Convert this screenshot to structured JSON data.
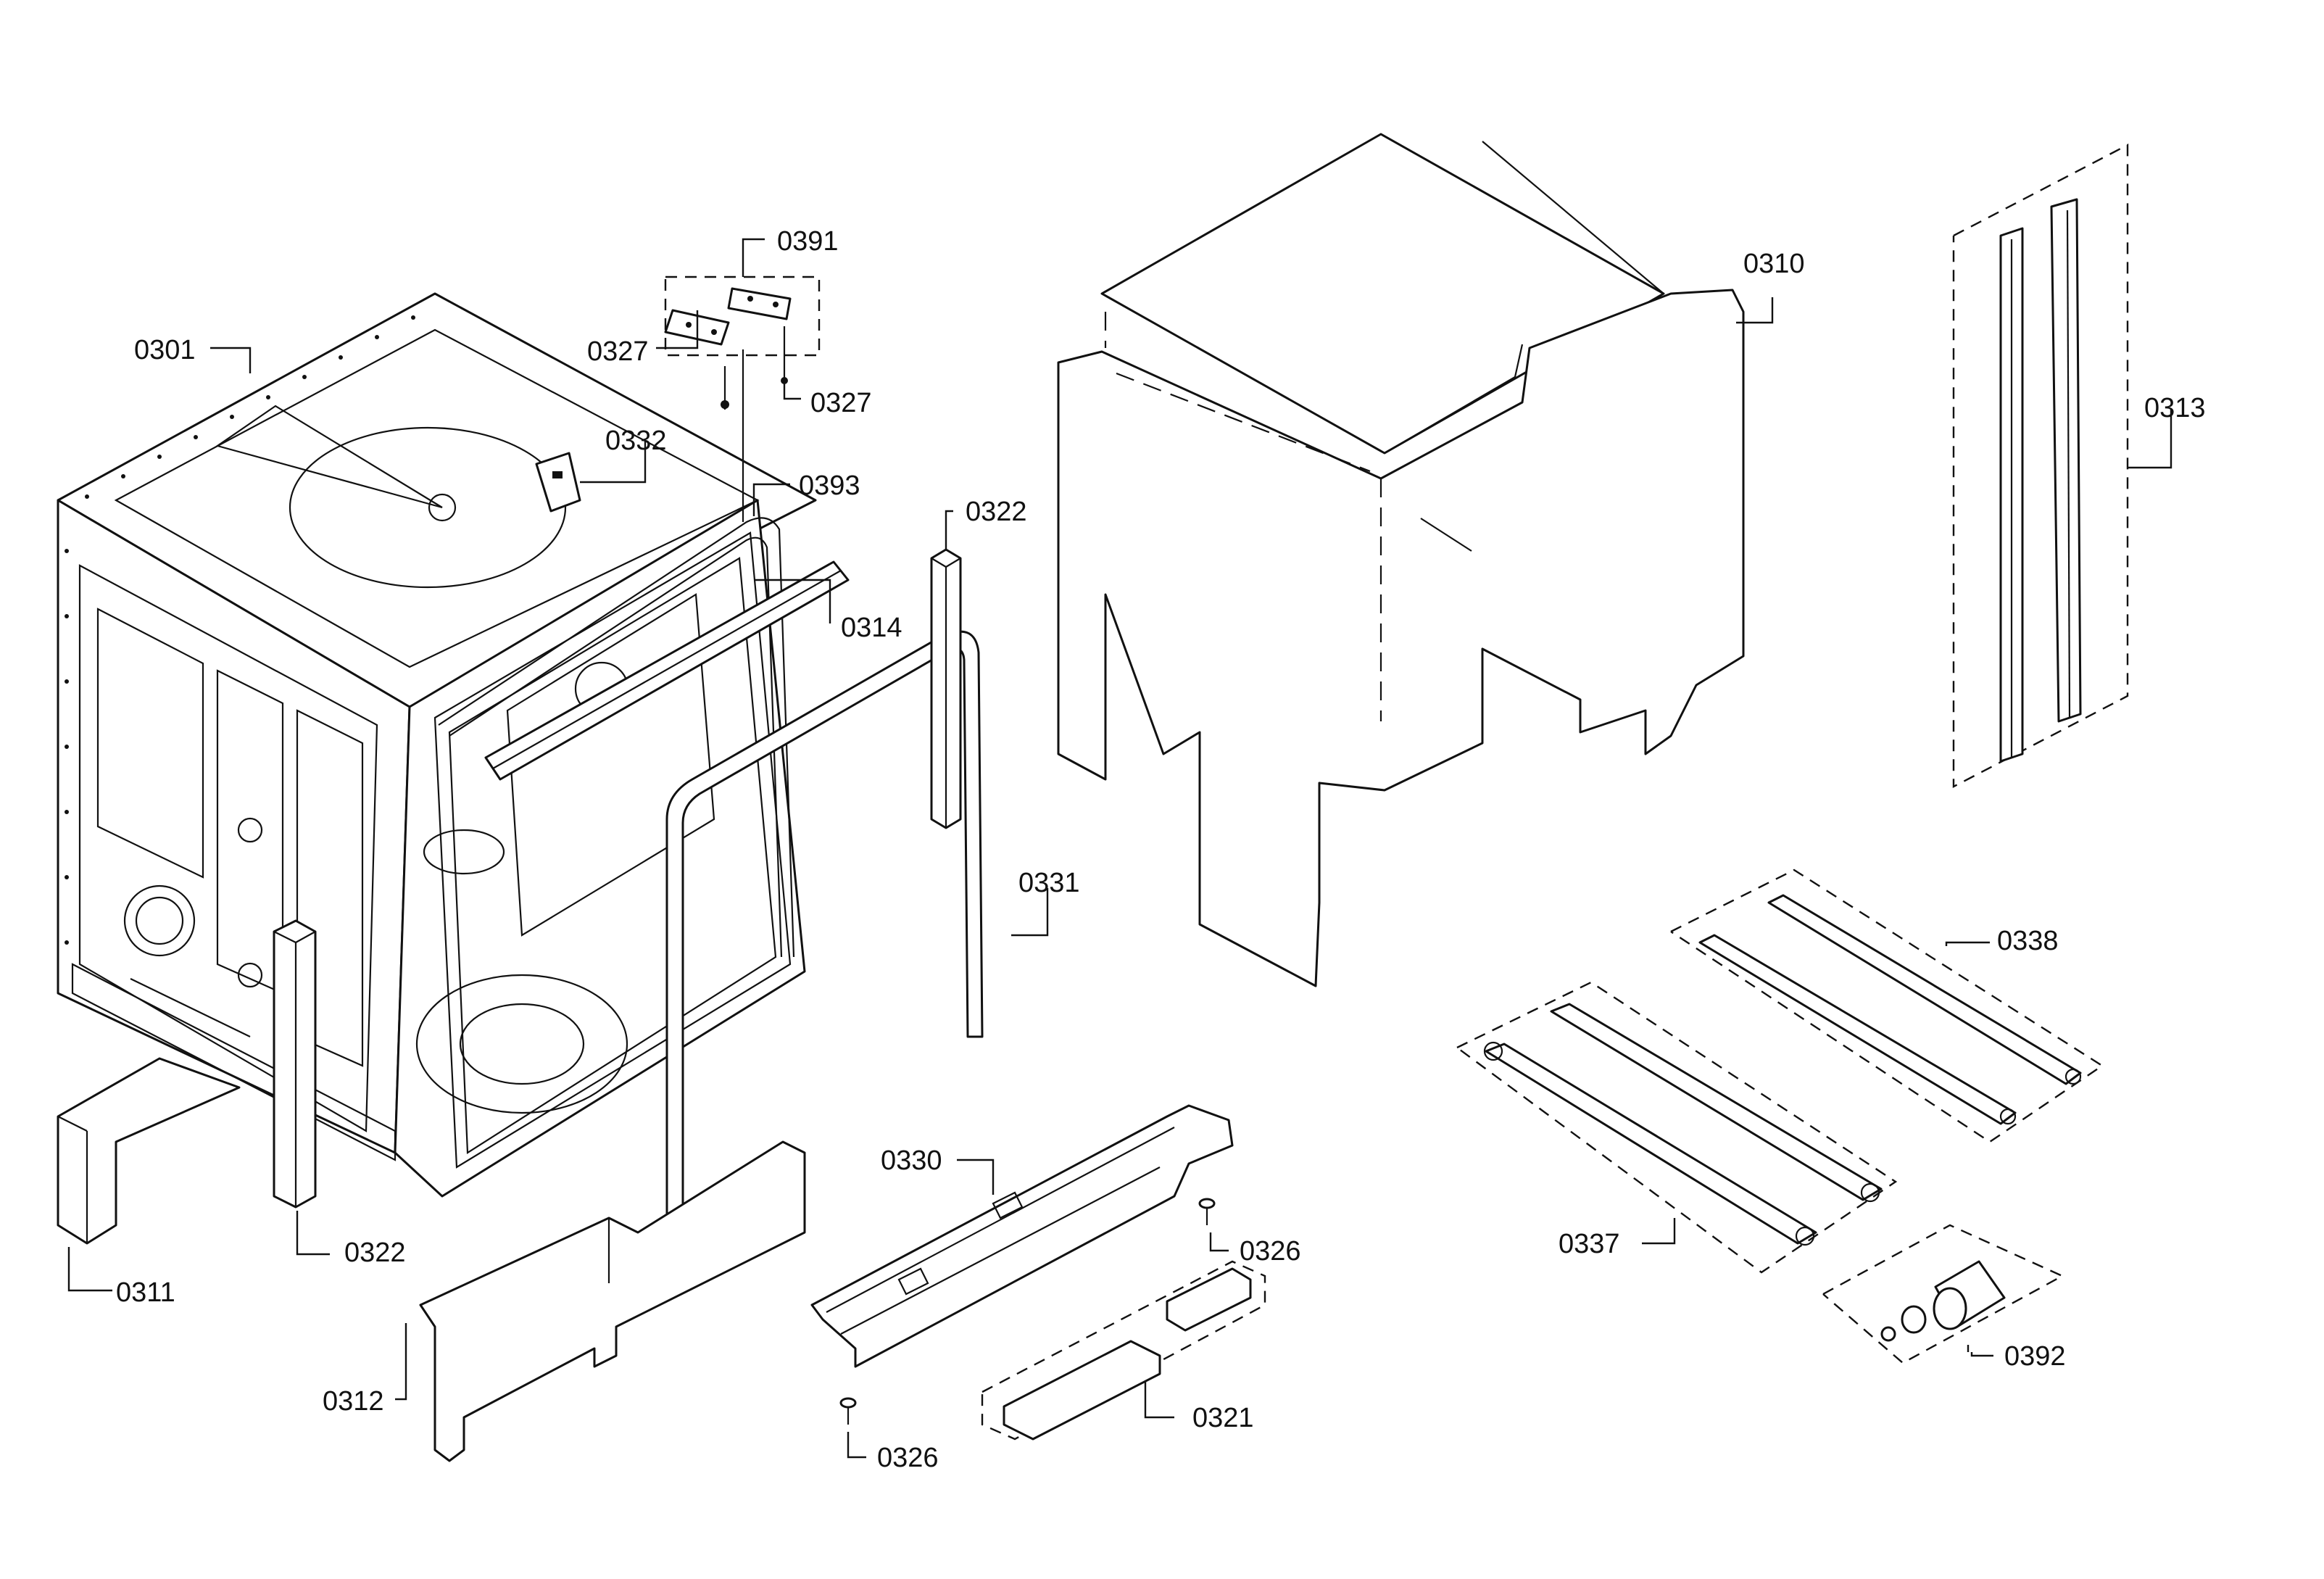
{
  "callouts": [
    {
      "id": "c0301",
      "text": "0301"
    },
    {
      "id": "c0391",
      "text": "0391"
    },
    {
      "id": "c0327a",
      "text": "0327"
    },
    {
      "id": "c0327b",
      "text": "0327"
    },
    {
      "id": "c0332",
      "text": "0332"
    },
    {
      "id": "c0393",
      "text": "0393"
    },
    {
      "id": "c0314",
      "text": "0314"
    },
    {
      "id": "c0322a",
      "text": "0322"
    },
    {
      "id": "c0322b",
      "text": "0322"
    },
    {
      "id": "c0310",
      "text": "0310"
    },
    {
      "id": "c0313",
      "text": "0313"
    },
    {
      "id": "c0331",
      "text": "0331"
    },
    {
      "id": "c0338",
      "text": "0338"
    },
    {
      "id": "c0330",
      "text": "0330"
    },
    {
      "id": "c0326a",
      "text": "0326"
    },
    {
      "id": "c0326b",
      "text": "0326"
    },
    {
      "id": "c0337",
      "text": "0337"
    },
    {
      "id": "c0311",
      "text": "0311"
    },
    {
      "id": "c0312",
      "text": "0312"
    },
    {
      "id": "c0321",
      "text": "0321"
    },
    {
      "id": "c0392",
      "text": "0392"
    }
  ]
}
